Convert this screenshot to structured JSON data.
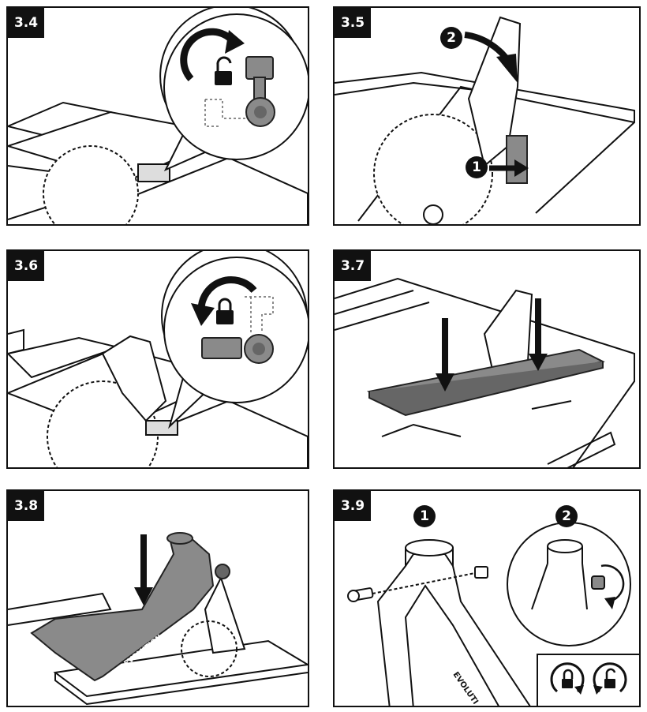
{
  "steps": {
    "s34": {
      "label": "3.4"
    },
    "s35": {
      "label": "3.5",
      "badge1": "1",
      "badge2": "2"
    },
    "s36": {
      "label": "3.6"
    },
    "s37": {
      "label": "3.7"
    },
    "s38": {
      "label": "3.8",
      "brand": "EVOLUTION"
    },
    "s39": {
      "label": "3.9",
      "badge1": "1",
      "badge2": "2",
      "brand": "EVOLUTI"
    }
  },
  "icons": [
    "unlock-rotate-icon",
    "lock-rotate-icon",
    "lever-icon",
    "arrow-down-icon"
  ],
  "colors": {
    "line": "#111111",
    "part_fill": "#8a8a8a",
    "part_dark": "#666666",
    "outline": "#222222"
  }
}
